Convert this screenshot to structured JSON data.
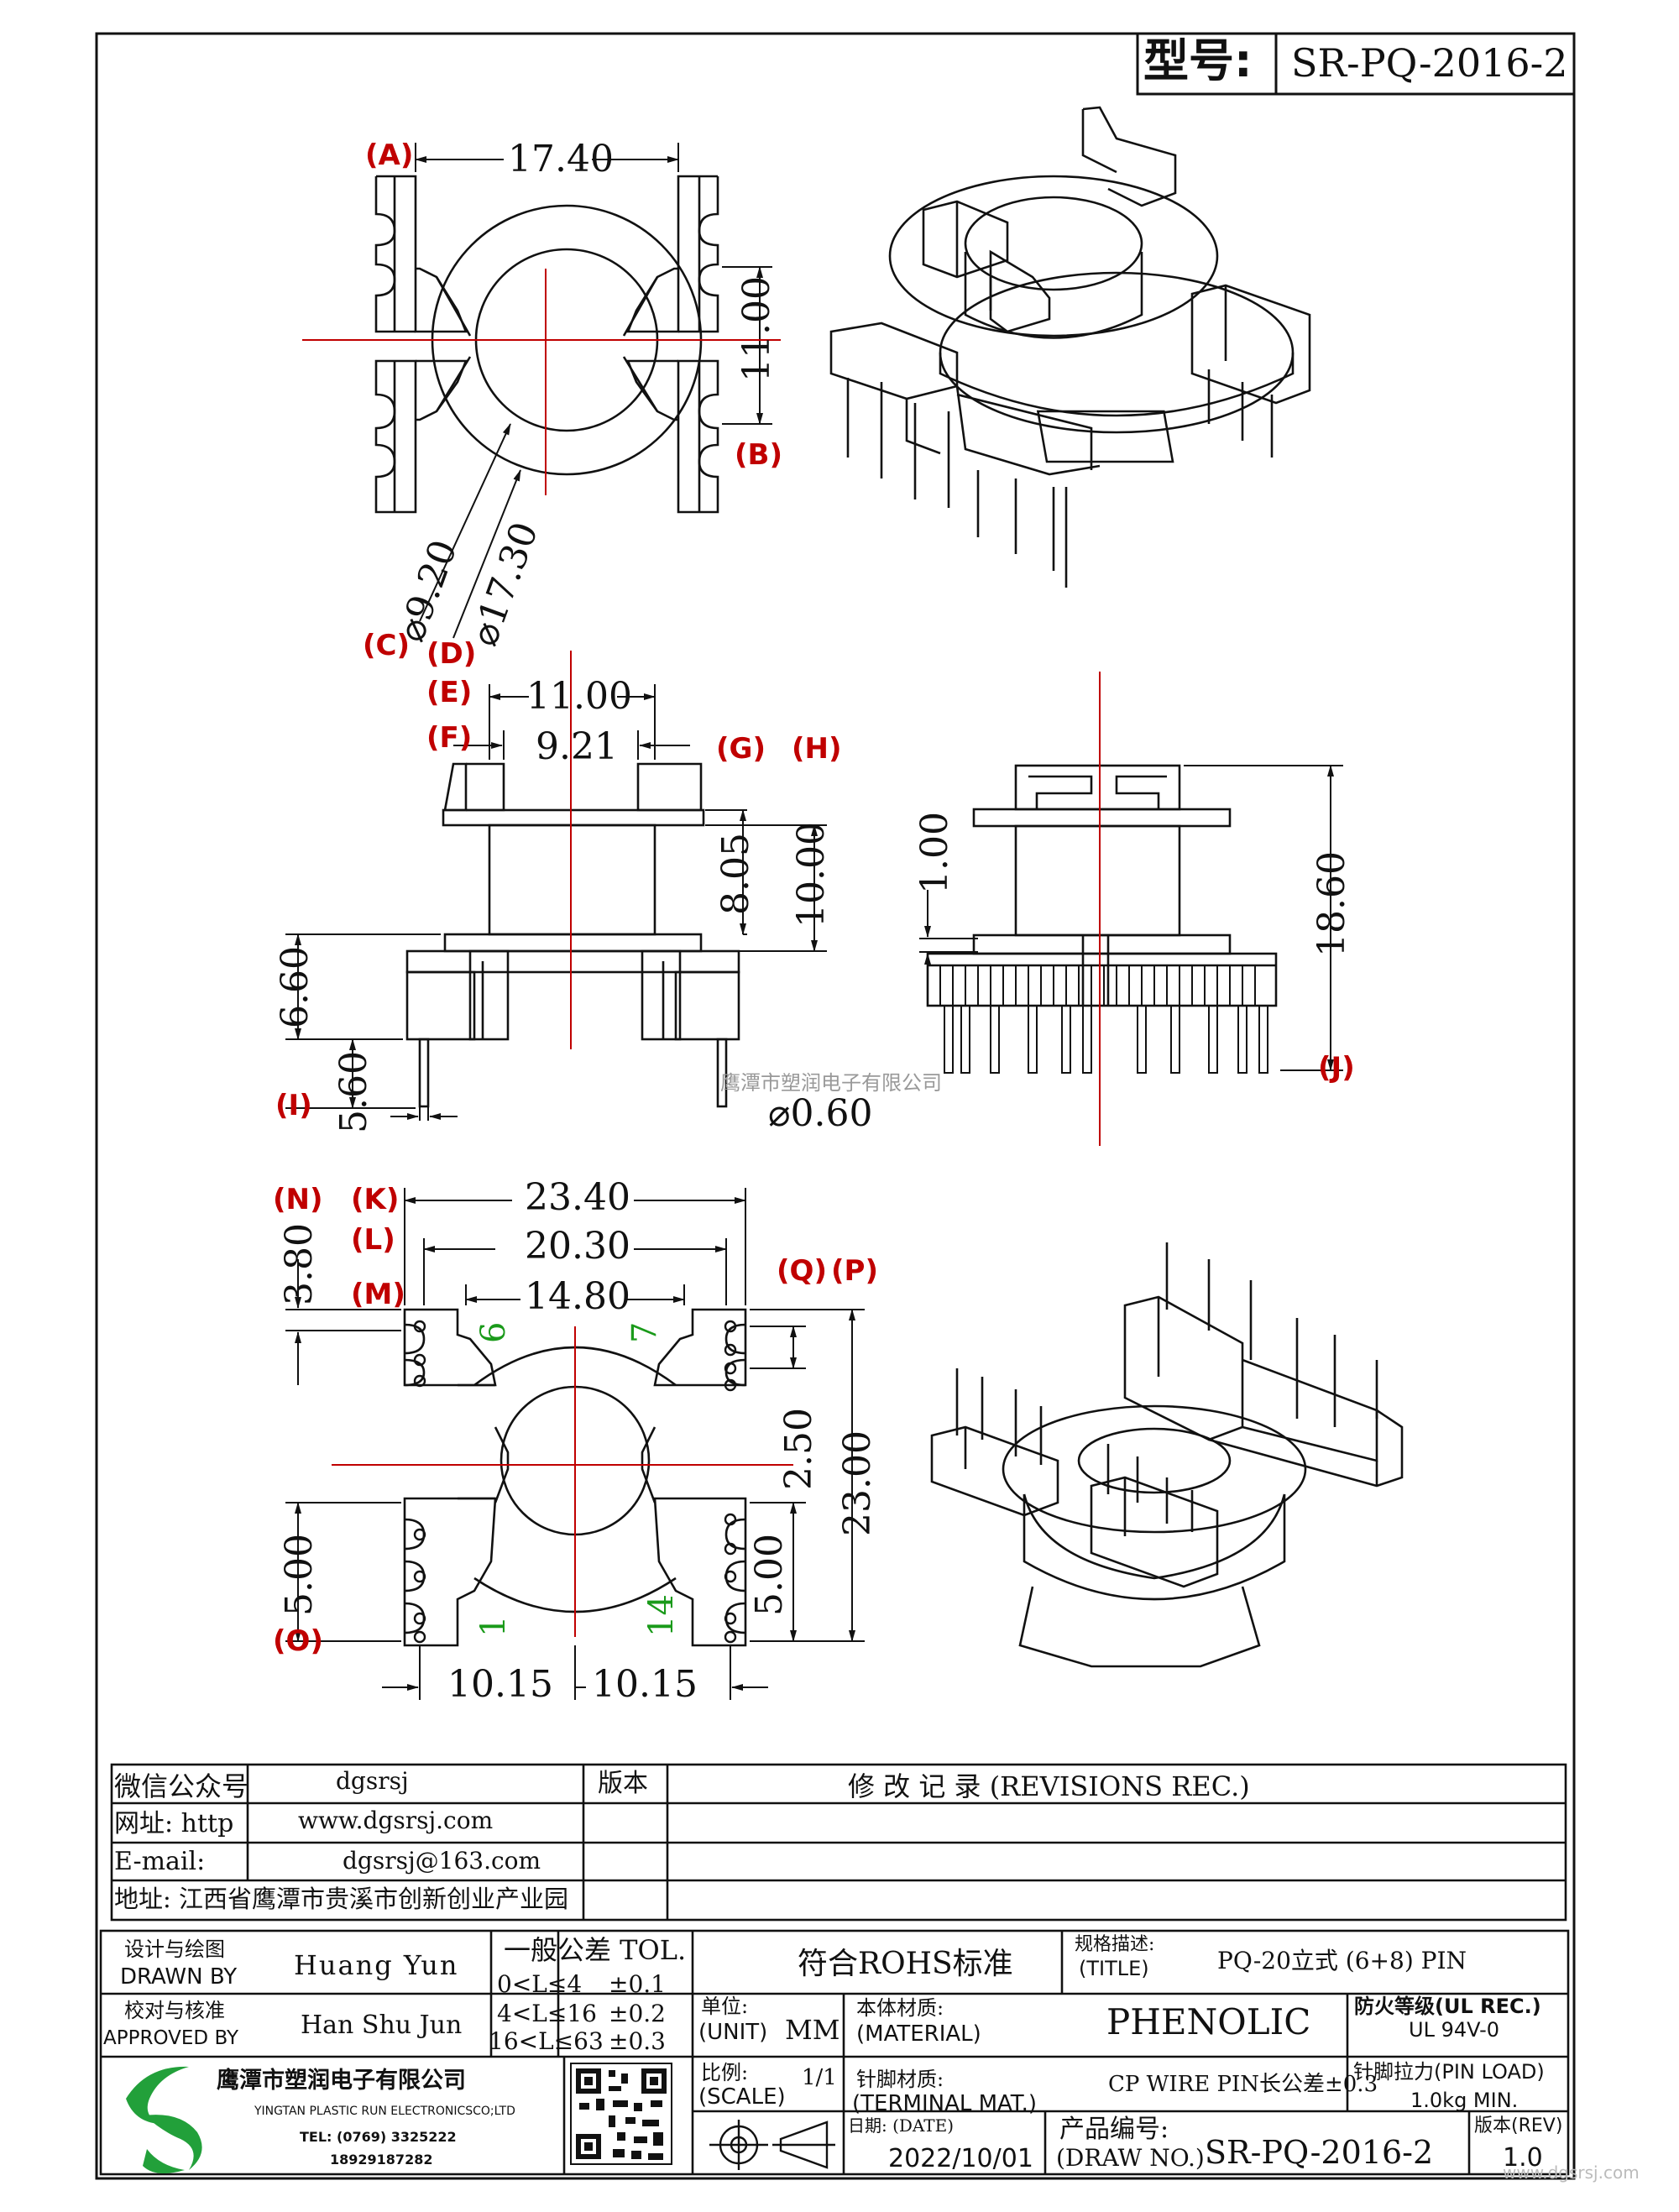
{
  "header": {
    "model_label": "型号:",
    "model_value": "SR-PQ-2016-2"
  },
  "view_top": {
    "dims": {
      "width_a": "17.40",
      "height_b": "11.00",
      "dia_c": "⌀9.20",
      "dia_d": "⌀17.30"
    },
    "refs": {
      "a": "A",
      "b": "B",
      "c": "C",
      "d": "D"
    }
  },
  "view_front": {
    "dims": {
      "w_outer": "11.00",
      "w_inner": "9.21",
      "h_805": "8.05",
      "h_1000": "10.00",
      "h_660": "6.60",
      "h_560": "5.60",
      "pin_dia": "⌀0.60"
    },
    "refs": {
      "e": "E",
      "f": "F",
      "g": "G",
      "h": "H",
      "i": "I"
    }
  },
  "view_side": {
    "dims": {
      "h_100": "1.00",
      "h_1860": "18.60"
    },
    "refs": {
      "j": "J"
    }
  },
  "view_bottom": {
    "dims": {
      "w_2340": "23.40",
      "w_2030": "20.30",
      "w_1480": "14.80",
      "h_380": "3.80",
      "h_250": "2.50",
      "h_2300": "23.00",
      "h_500_left": "5.00",
      "h_500_right": "5.00",
      "w_1015_left": "10.15",
      "w_1015_right": "10.15"
    },
    "refs": {
      "k": "K",
      "l": "L",
      "m": "M",
      "n": "N",
      "o": "O",
      "p": "P",
      "q": "Q"
    },
    "pins": {
      "p6": "6",
      "p7": "7",
      "p1": "1",
      "p14": "14"
    }
  },
  "watermark": "鹰潭市塑润电子有限公司",
  "contact": {
    "wechat_label": "微信公众号",
    "wechat_value": "dgsrsj",
    "web_label": "网址: http",
    "web_value": "www.dgsrsj.com",
    "email_label": "E-mail:",
    "email_value": "dgsrsj@163.com",
    "address": "地址: 江西省鹰潭市贵溪市创新创业产业园"
  },
  "revisions": {
    "version_label": "版本",
    "title": "修 改 记 录 (REVISIONS REC.)"
  },
  "title_block": {
    "design_cn": "设计与绘图",
    "design_en": "DRAWN BY",
    "designer": "Huang Yun",
    "check_cn": "校对与核准",
    "check_en": "APPROVED BY",
    "checker": "Han Shu Jun",
    "tol_title": "一般公差 TOL.",
    "tol_rows": [
      {
        "range": "0<L≤4",
        "value": "±0.1"
      },
      {
        "range": "4<L≤16",
        "value": "±0.2"
      },
      {
        "range": "16<L≤63",
        "value": "±0.3"
      }
    ],
    "rohs": "符合ROHS标准",
    "spec_cn": "规格描述:",
    "spec_en": "(TITLE)",
    "spec_value": "PQ-20立式 (6+8) PIN",
    "unit_cn": "单位:",
    "unit_en": "(UNIT)",
    "unit_value": "MM",
    "material_cn": "本体材质:",
    "material_en": "(MATERIAL)",
    "material_value": "PHENOLIC",
    "fire_cn": "防火等级(UL REC.)",
    "fire_value": "UL 94V-0",
    "scale_cn": "比例:",
    "scale_en": "(SCALE)",
    "scale_value": "1/1",
    "terminal_cn": "针脚材质:",
    "terminal_en": "(TERMINAL MAT.)",
    "terminal_value": "CP WIRE  PIN长公差±0.3",
    "pinload_cn": "针脚拉力(PIN LOAD)",
    "pinload_value": "1.0kg MIN.",
    "date_cn": "日期: (DATE)",
    "date_value": "2022/10/01",
    "drawno_cn": "产品编号:",
    "drawno_en": "(DRAW NO.)",
    "drawno_value": "SR-PQ-2016-2",
    "rev_cn": "版本(REV)",
    "rev_value": "1.0"
  },
  "company": {
    "name_cn": "鹰潭市塑润电子有限公司",
    "name_en": "YINGTAN PLASTIC RUN ELECTRONICSCO;LTD",
    "tel": "TEL: (0769) 3325222",
    "mobile": "18929187282"
  },
  "site_watermark": "www.dgsrsj.com",
  "colors": {
    "line": "#111111",
    "center": "#c00000",
    "pin_label": "#1a9a1a",
    "logo_green": "#22a03a"
  }
}
